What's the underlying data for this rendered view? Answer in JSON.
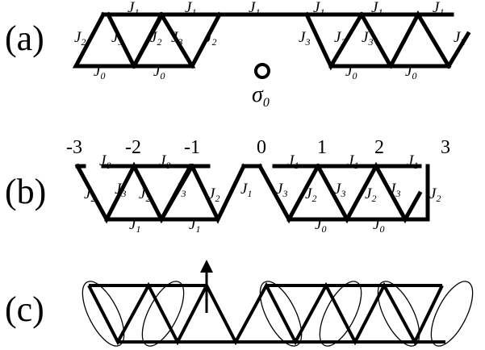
{
  "panels": {
    "a": {
      "label": "(a)",
      "top_couplings": [
        "J",
        "J",
        "J",
        "J",
        "J",
        "J"
      ],
      "top_subs": [
        "1",
        "1",
        "1",
        "1",
        "1",
        "1"
      ],
      "side_couplings": [
        "J",
        "J",
        "J",
        "J",
        "J",
        "J",
        "J",
        "J",
        "J"
      ],
      "side_subs": [
        "2",
        "3",
        "2",
        "3",
        "2",
        "3",
        "2",
        "3",
        "2"
      ],
      "bottom_couplings": [
        "J",
        "J",
        "J",
        "J"
      ],
      "bottom_subs": [
        "0",
        "0",
        "0",
        "0"
      ],
      "impurity_symbol": "σ",
      "impurity_sub": "0"
    },
    "b": {
      "label": "(b)",
      "site_numbers": [
        "-3",
        "-2",
        "-1",
        "0",
        "1",
        "2",
        "3"
      ],
      "top_couplings": [
        "J",
        "J",
        "J",
        "J",
        "J"
      ],
      "top_subs": [
        "0",
        "0",
        "1",
        "1",
        "1"
      ],
      "side_couplings": [
        "J",
        "J",
        "J",
        "J",
        "J",
        "J",
        "J",
        "J",
        "J",
        "J",
        "J"
      ],
      "side_subs": [
        "2",
        "3",
        "2",
        "3",
        "2",
        "1",
        "3",
        "2",
        "3",
        "2",
        "3",
        "2"
      ],
      "bottom_couplings": [
        "J",
        "J",
        "J",
        "J"
      ],
      "bottom_subs": [
        "1",
        "1",
        "0",
        "0"
      ]
    },
    "c": {
      "label": "(c)"
    }
  }
}
